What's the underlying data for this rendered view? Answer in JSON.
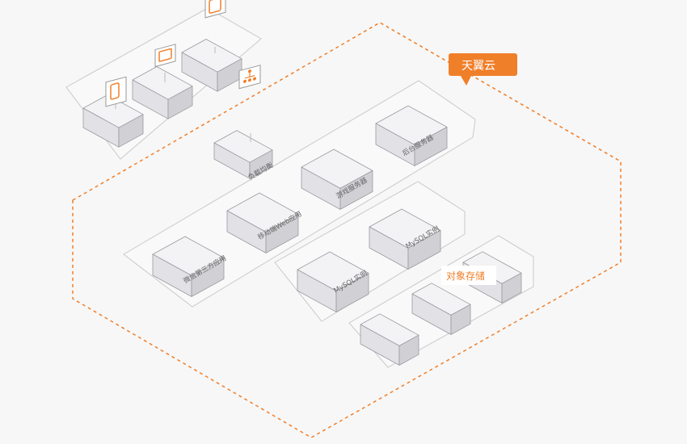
{
  "cloud": {
    "label": "天翼云"
  },
  "nodes": {
    "load_balancer": "负载均衡",
    "backend_server": "后台服务器",
    "game_server": "游戏服务器",
    "mobile_web": "移动端Web应用",
    "wechat_app": "微信第三方应用",
    "mysql_1": "MySQL实例",
    "mysql_2": "MySQL实例"
  },
  "storage": {
    "label": "对象存储"
  },
  "icons": {
    "phone": "mobile-phone-icon",
    "tablet": "tablet-icon",
    "monitor": "desktop-monitor-icon",
    "network": "network-tree-icon"
  },
  "colors": {
    "accent": "#f07f2a",
    "box_top": "#f3f3f5",
    "box_left": "#e2e2e6",
    "box_right": "#d0d0d5",
    "line": "#c9c9c9"
  }
}
